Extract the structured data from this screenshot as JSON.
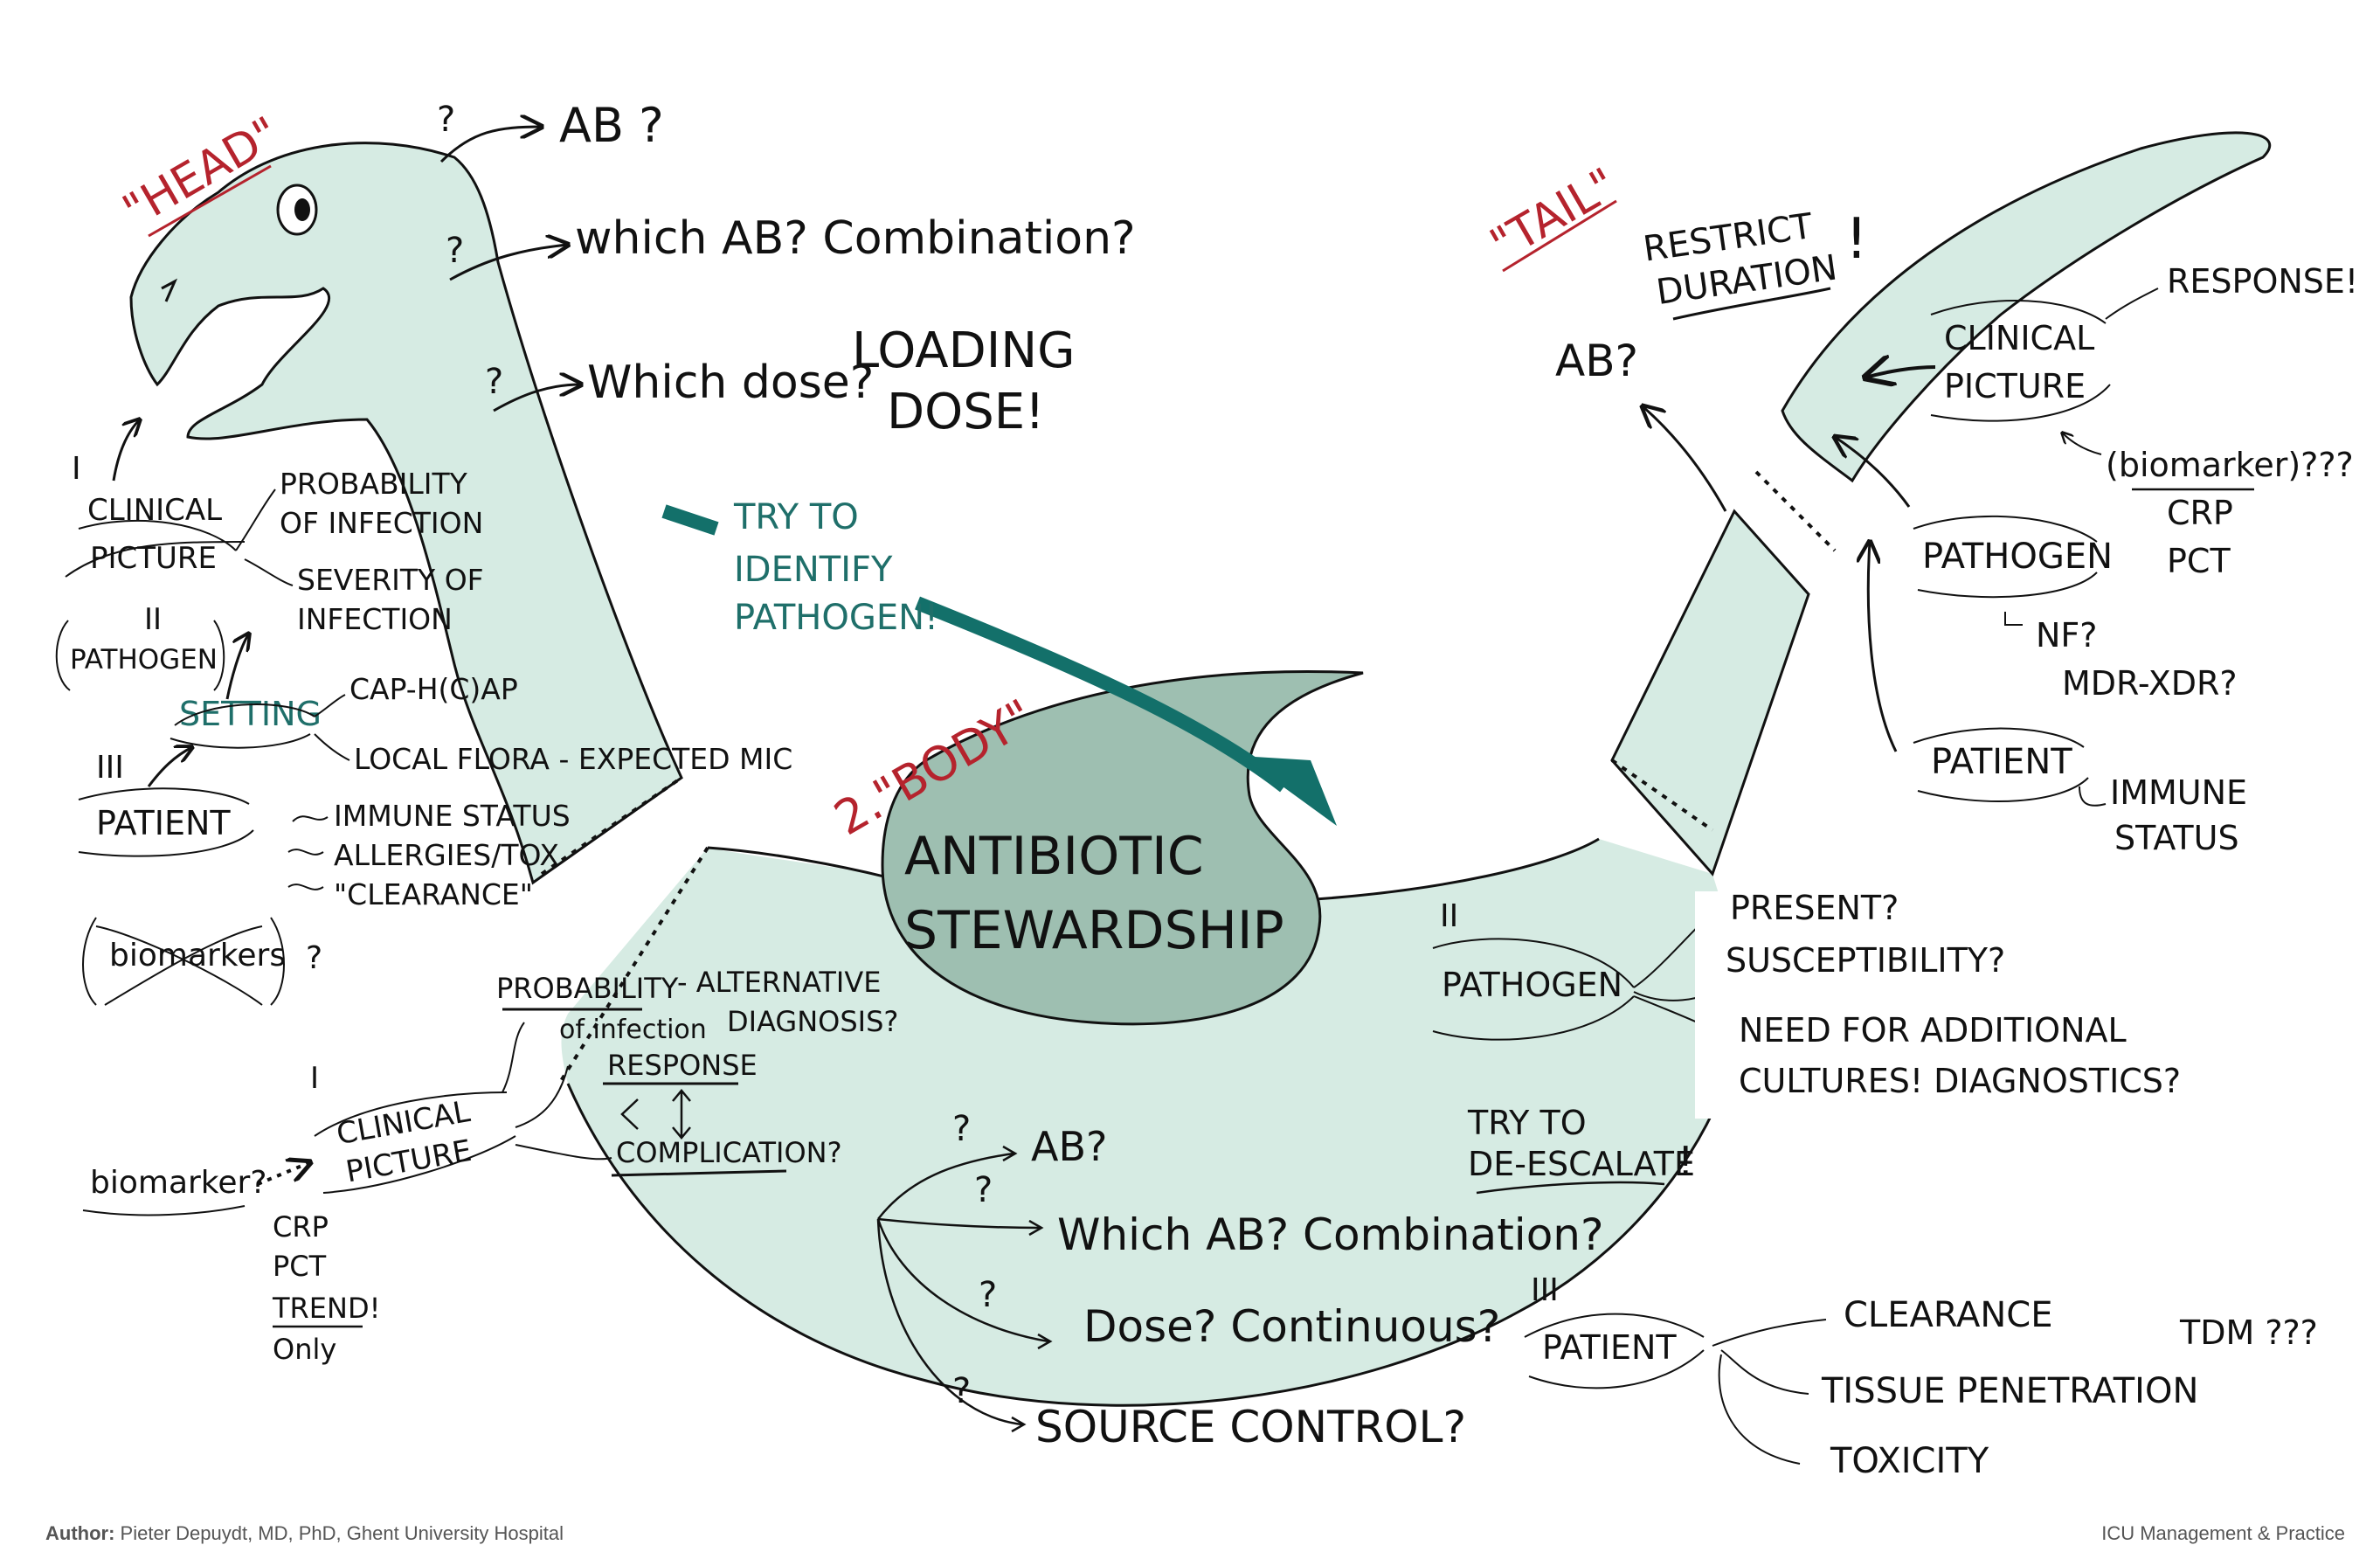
{
  "head": {
    "title": "\"HEAD\"",
    "q1_mark": "?",
    "q1": "AB ?",
    "q2_mark": "?",
    "q2": "which AB? Combination?",
    "q3_mark": "?",
    "q3": "Which dose?",
    "loading_1": "LOADING",
    "loading_2": "DOSE!",
    "roman_i": "I",
    "clinical_1": "CLINICAL",
    "clinical_2": "PICTURE",
    "prob_1": "PROBABILITY",
    "prob_2": "OF INFECTION",
    "sev_1": "SEVERITY OF",
    "sev_2": "INFECTION",
    "roman_ii": "II",
    "pathogen": "PATHOGEN",
    "setting": "SETTING",
    "cap": "CAP-H(C)AP",
    "local_flora": "LOCAL FLORA - EXPECTED MIC",
    "roman_iii": "III",
    "patient": "PATIENT",
    "immune": "IMMUNE STATUS",
    "allergies": "ALLERGIES/TOX",
    "clearance": "\"CLEARANCE\"",
    "biomarkers": "biomarkers",
    "biomarkers_q": "?"
  },
  "identify": {
    "l1": "TRY TO",
    "l2": "IDENTIFY",
    "l3": "PATHOGEN!"
  },
  "body": {
    "title": "2.\"BODY\"",
    "stewardship_1": "ANTIBIOTIC",
    "stewardship_2": "STEWARDSHIP",
    "roman_i": "I",
    "clinical_1": "CLINICAL",
    "clinical_2": "PICTURE",
    "prob": "PROBABILITY",
    "of_infection": "of infection",
    "alt_1": "- ALTERNATIVE",
    "alt_2": "DIAGNOSIS?",
    "response": "RESPONSE",
    "complication": "COMPLICATION?",
    "biomarker": "biomarker?",
    "crp": "CRP",
    "pct": "PCT",
    "trend": "TREND!",
    "only": "Only",
    "q_ab_mark": "?",
    "q_ab": "AB?",
    "q_which_mark": "?",
    "q_which": "Which AB? Combination?",
    "q_dose_mark": "?",
    "q_dose": "Dose? Continuous?",
    "q_source_mark": "?",
    "q_source": "SOURCE CONTROL?",
    "roman_ii": "II",
    "pathogen": "PATHOGEN",
    "present": "PRESENT?",
    "susceptibility": "SUSCEPTIBILITY?",
    "need_1": "NEED FOR ADDITIONAL",
    "need_2": "CULTURES! DIAGNOSTICS?",
    "deesc_1": "TRY TO",
    "deesc_2": "DE-ESCALATE",
    "deesc_mark": "!",
    "roman_iii": "III",
    "patient": "PATIENT",
    "clearance": "CLEARANCE",
    "tissue": "TISSUE PENETRATION",
    "toxicity": "TOXICITY",
    "tdm": "TDM ???"
  },
  "tail": {
    "title": "\"TAIL\"",
    "restrict_1": "RESTRICT",
    "restrict_2": "DURATION",
    "restrict_mark": "!",
    "ab": "AB?",
    "response": "RESPONSE!",
    "clinical_1": "CLINICAL",
    "clinical_2": "PICTURE",
    "biomarker": "(biomarker)???",
    "crp": "CRP",
    "pct": "PCT",
    "pathogen": "PATHOGEN",
    "nf": "NF?",
    "mdr": "MDR-XDR?",
    "patient": "PATIENT",
    "immune_1": "IMMUNE",
    "immune_2": "STATUS"
  },
  "footer": {
    "author_label": "Author:",
    "author": "Pieter Depuydt, MD, PhD, Ghent University Hospital",
    "source": "ICU Management & Practice"
  },
  "colors": {
    "body_fill": "#d6ebe3",
    "blob_fill": "#9ebfb1",
    "teal_arrow": "#13706a",
    "red_text": "#b5232d",
    "teal_text": "#1f6f6a"
  }
}
